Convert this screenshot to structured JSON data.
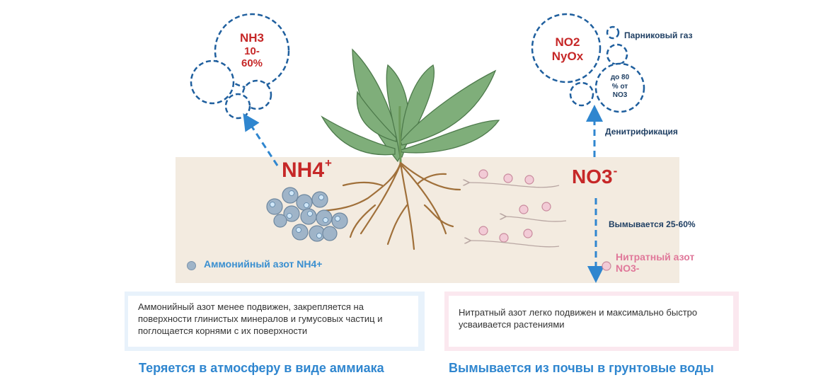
{
  "labels": {
    "nh4_main": "NH4",
    "nh4_charge": "+",
    "no3_main": "NO3",
    "no3_charge": "-",
    "nh3_formula": "NH3",
    "nh3_range": "10-",
    "nh3_pct": "60%",
    "no2_formula": "NO2",
    "nyox_formula": "NyOx",
    "pct_line1": "до 80",
    "pct_line2": "% от",
    "pct_line3": "NO3",
    "greenhouse": "Парниковый газ",
    "denitrification": "Денитрификация",
    "washed_out": "Вымывается 25-60%",
    "nitrate_nitrogen": "Нитратный азот",
    "nitrate_formula": "NO3-",
    "ammonium_legend": "Аммонийный азот NH4+"
  },
  "boxes": {
    "left_text": "Аммонийный азот менее подвижен, закрепляется на поверхности глинистых минералов и гумусовых частиц и поглощается корнями с их поверхности",
    "right_text": "Нитратный азот легко подвижен и максимально быстро усваивается растениями"
  },
  "bottom": {
    "left_title": "Теряется в атмосферу в виде аммиака",
    "right_title": "Вымывается из почвы в грунтовые воды"
  },
  "colors": {
    "soil": "#f3ebe0",
    "dash_blue": "#1f5f9e",
    "arrow_blue": "#2f86cf",
    "formula_red": "#c62828",
    "nitrate_pink": "#e0789a",
    "leaf_green": "#7fae7a",
    "root_brown": "#a0703a",
    "ammonium_grey": "#9fb4c8"
  }
}
